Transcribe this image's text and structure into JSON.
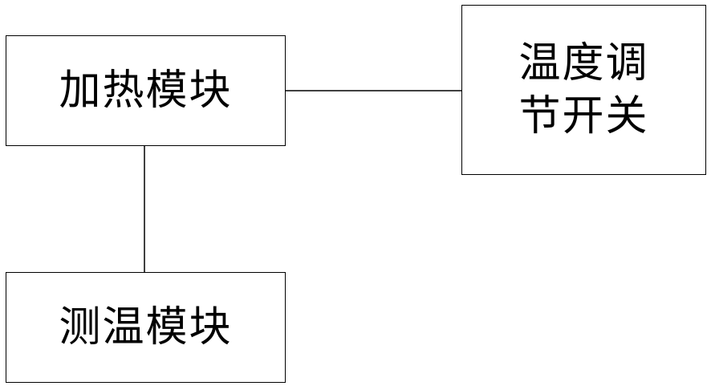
{
  "diagram": {
    "nodes": {
      "heating_module": {
        "label": "加热模块"
      },
      "temp_adjust_switch": {
        "label_line1": "温度调",
        "label_line2": "节开关"
      },
      "temp_measure_module": {
        "label": "测温模块"
      }
    },
    "edges": [
      {
        "from": "heating_module",
        "to": "temp_adjust_switch"
      },
      {
        "from": "heating_module",
        "to": "temp_measure_module"
      }
    ],
    "colors": {
      "stroke": "#000000",
      "background": "#ffffff"
    }
  }
}
